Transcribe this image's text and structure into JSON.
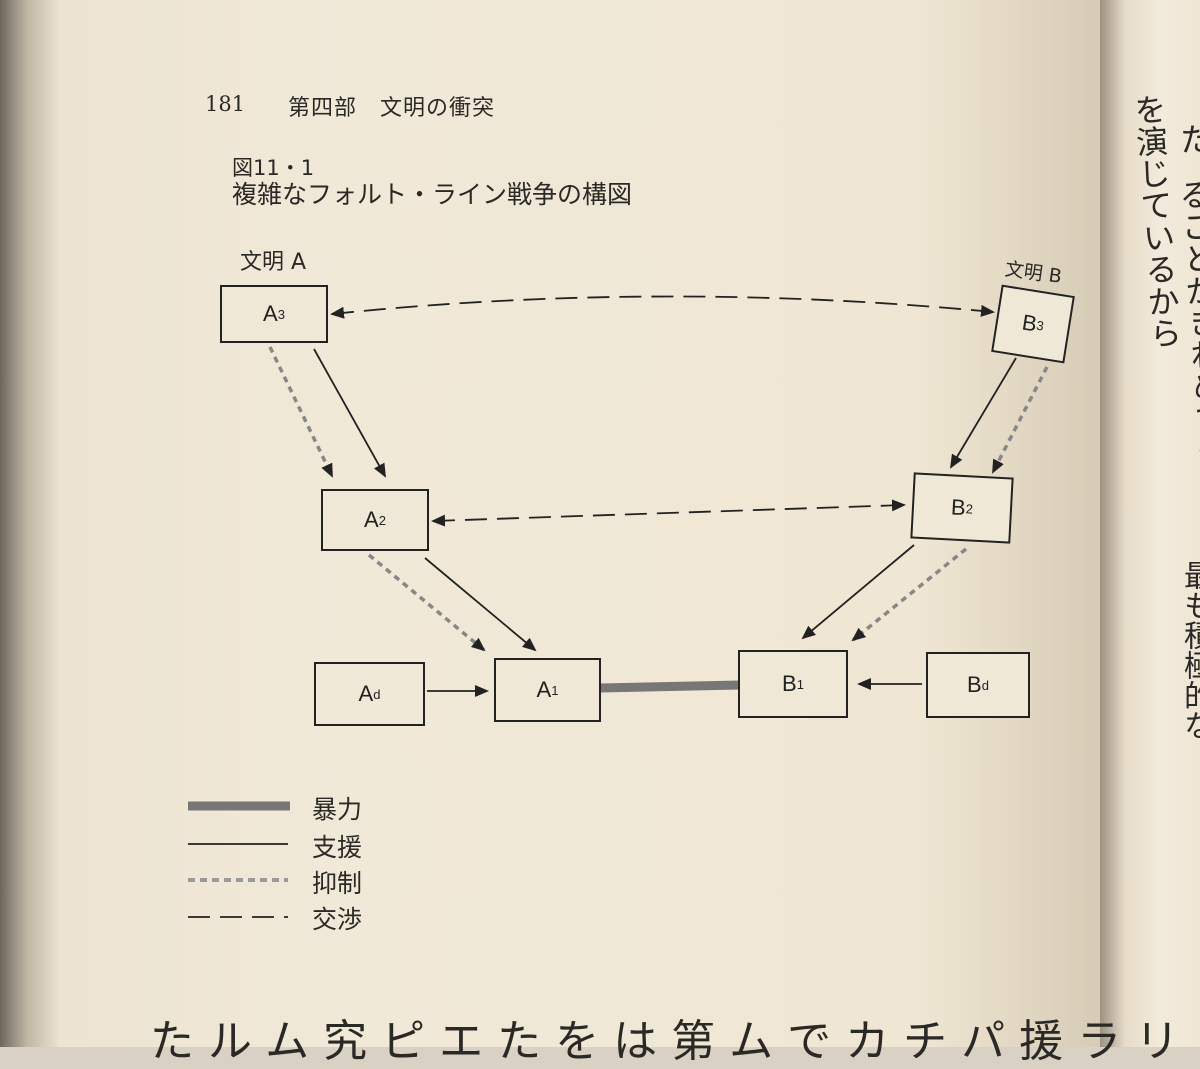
{
  "header": {
    "page_number": "181",
    "running_head": "第四部　文明の衝突"
  },
  "figure": {
    "number": "図11・1",
    "caption": "複雑なフォルト・ライン戦争の構図",
    "civilization_a_label": "文明 A",
    "civilization_b_label": "文明 B",
    "nodes": {
      "a3": {
        "letter": "A",
        "sub": "3"
      },
      "a2": {
        "letter": "A",
        "sub": "2"
      },
      "a1": {
        "letter": "A",
        "sub": "1"
      },
      "ad": {
        "letter": "A",
        "sub": "d"
      },
      "b3": {
        "letter": "B",
        "sub": "3"
      },
      "b2": {
        "letter": "B",
        "sub": "2"
      },
      "b1": {
        "letter": "B",
        "sub": "1"
      },
      "bd": {
        "letter": "B",
        "sub": "d"
      }
    },
    "legend": {
      "violence": "暴力",
      "support": "支援",
      "restraint": "抑制",
      "negotiation": "交渉"
    }
  },
  "right_page": {
    "column_1": "を演じているから",
    "column_1_top": "た",
    "column_2": "ることがきわめて多い。",
    "column_3": "最も積極的な"
  },
  "bottom_line": "たルム究ピエたをは第ムでカチパ援ラリ",
  "colors": {
    "paper": "#efe6d3",
    "ink": "#222222",
    "violence_line": "#777777",
    "restraint_line": "#888888"
  }
}
